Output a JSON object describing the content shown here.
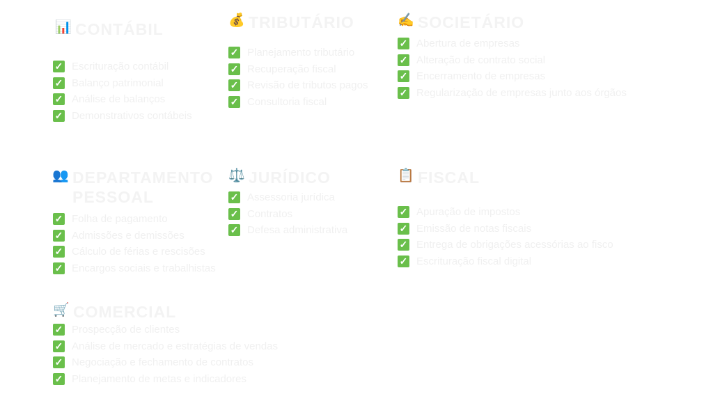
{
  "sections": [
    {
      "title": "CONTÁBIL",
      "icon": "bar-chart-icon",
      "items": [
        "Escrituração contábil",
        "Balanço patrimonial",
        "Análise de balanços",
        "Demonstrativos contábeis"
      ]
    },
    {
      "title": "TRIBUTÁRIO",
      "icon": "money-bag-icon",
      "items": [
        "Planejamento tributário",
        "Recuperação fiscal",
        "Revisão de tributos pagos",
        "Consultoria fiscal"
      ]
    },
    {
      "title": "SOCIETÁRIO",
      "icon": "writing-hand-icon",
      "items": [
        "Abertura de empresas",
        "Alteração de contrato social",
        "Encerramento de empresas",
        "Regularização de empresas junto aos órgãos"
      ]
    },
    {
      "title": "DEPARTAMENTO PESSOAL",
      "icon": "people-icon",
      "items": [
        "Folha de pagamento",
        "Admissões e demissões",
        "Cálculo de férias e rescisões",
        "Encargos sociais e trabalhistas"
      ]
    },
    {
      "title": "JURÍDICO",
      "icon": "scales-icon",
      "items": [
        "Assessoria jurídica",
        "Contratos",
        "Defesa administrativa"
      ]
    },
    {
      "title": "FISCAL",
      "icon": "clipboard-icon",
      "items": [
        "Apuração de impostos",
        "Emissão de notas fiscais",
        "Entrega de obrigações acessórias ao fisco",
        "Escrituração fiscal digital"
      ]
    },
    {
      "title": "COMERCIAL",
      "icon": "shopping-cart-icon",
      "items": [
        "Prospecção de clientes",
        "Análise de mercado e estratégias de vendas",
        "Negociação e fechamento de contratos",
        "Planejamento de metas e indicadores"
      ]
    }
  ],
  "colors": {
    "check": "#6abf4b",
    "text": "#f0f0f0"
  }
}
